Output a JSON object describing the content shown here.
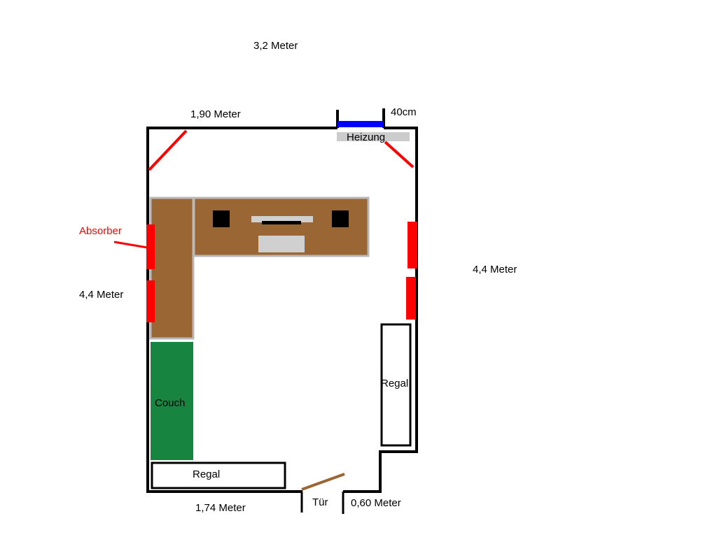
{
  "labels": {
    "total_width": "3,2 Meter",
    "top_segment": "1,90 Meter",
    "heater_width": "40cm",
    "heater": "Heizung",
    "absorber": "Absorber",
    "left_length": "4,4 Meter",
    "right_length": "4,4 Meter",
    "couch": "Couch",
    "shelf_right": "Regal",
    "shelf_bottom": "Regal",
    "bottom_segment": "1,74 Meter",
    "door": "Tür",
    "door_width": "0,60 Meter"
  },
  "colors": {
    "wall": "#000000",
    "desk": "#9a6634",
    "desk_border": "#b8b8b8",
    "couch": "#17843f",
    "heater": "#0000ff",
    "heater_label_bg": "#cccccc",
    "absorber": "#ff0000",
    "door_leaf": "#9a6634",
    "monitor_stand": "#d0d0d0",
    "keyboard": "#d0d0d0"
  }
}
